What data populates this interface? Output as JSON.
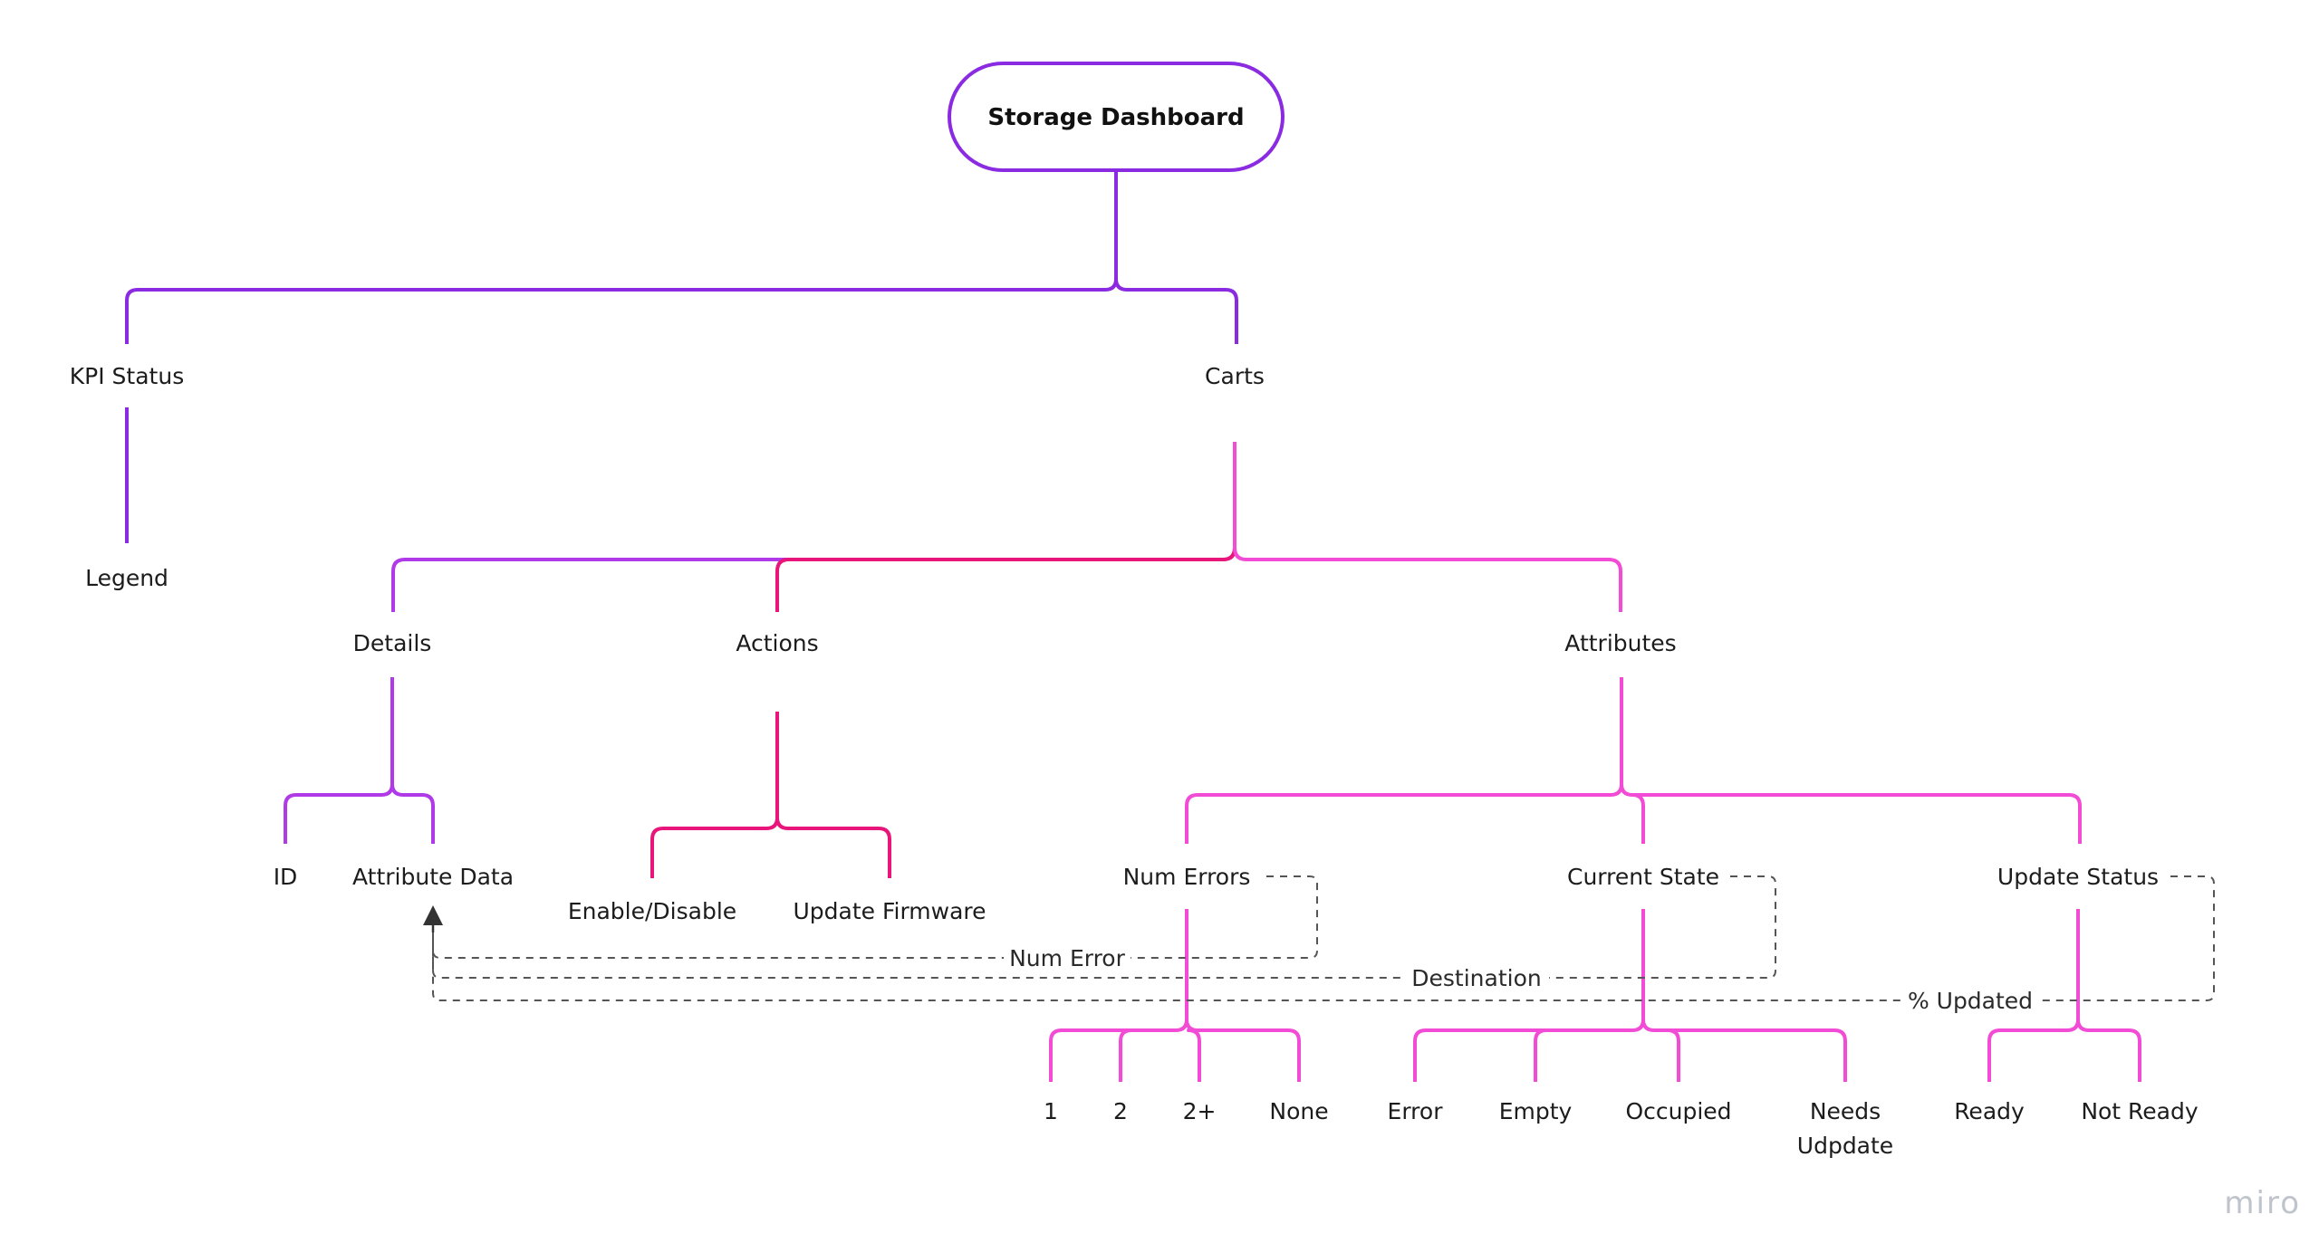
{
  "diagram": {
    "root": "Storage Dashboard",
    "nodes": {
      "kpi_status": "KPI Status",
      "legend": "Legend",
      "carts": "Carts",
      "details": "Details",
      "actions": "Actions",
      "attributes": "Attributes",
      "id": "ID",
      "attribute_data": "Attribute Data",
      "enable_disable": "Enable/Disable",
      "update_firmware": "Update Firmware",
      "num_errors": "Num Errors",
      "current_state": "Current State",
      "update_status": "Update Status",
      "err_1": "1",
      "err_2": "2",
      "err_2plus": "2+",
      "err_none": "None",
      "state_error": "Error",
      "state_empty": "Empty",
      "state_occupied": "Occupied",
      "state_needs_update_line1": "Needs",
      "state_needs_update_line2": "Udpdate",
      "status_ready": "Ready",
      "status_not_ready": "Not Ready"
    },
    "connector_labels": {
      "num_error": "Num Error",
      "destination": "Destination",
      "pct_updated": "% Updated"
    },
    "colors": {
      "purple": "#8a2be2",
      "violet": "#b03ae8",
      "pink": "#f24bd6",
      "crimson": "#e8157a",
      "dashed": "#555555"
    }
  },
  "watermark": "miro"
}
